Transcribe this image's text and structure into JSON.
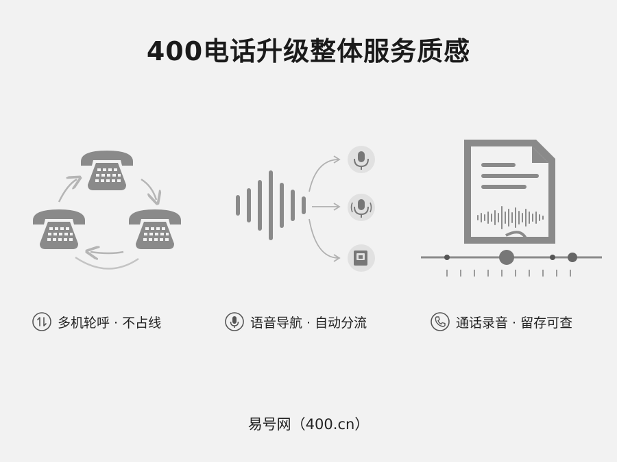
{
  "title": "400电话升级整体服务质感",
  "features": [
    {
      "icon": "up-down-arrow-icon",
      "label": "多机轮呼 · 不占线"
    },
    {
      "icon": "microphone-icon",
      "label": "语音导航 · 自动分流"
    },
    {
      "icon": "phone-handset-icon",
      "label": "通话录音 · 留存可查"
    }
  ],
  "footer": "易号网（400.cn）",
  "colors": {
    "background": "#f2f2f2",
    "icon_gray": "#8a8a8a",
    "text": "#1e1e1e"
  }
}
